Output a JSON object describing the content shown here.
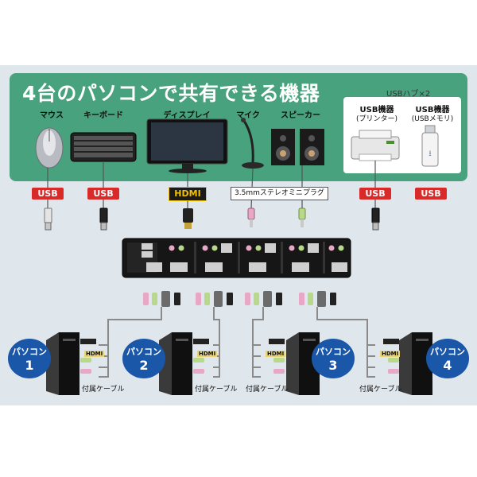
{
  "headline": "4台のパソコンで共有できる機器",
  "usb_hub_label": "USBハブ×2",
  "devices": {
    "mouse": "マウス",
    "keyboard": "キーボード",
    "display": "ディスプレイ",
    "mic": "マイク",
    "speaker": "スピーカー",
    "usb_printer": [
      "USB機器",
      "(プリンター)"
    ],
    "usb_memory": [
      "USB機器",
      "(USBメモリ)"
    ]
  },
  "connectors": {
    "usb": "USB",
    "hdmi": "HDMI",
    "audio": "3.5mmステレオミニプラグ"
  },
  "pcs": [
    {
      "label": "パソコン",
      "number": "1"
    },
    {
      "label": "パソコン",
      "number": "2"
    },
    {
      "label": "パソコン",
      "number": "3"
    },
    {
      "label": "パソコン",
      "number": "4"
    }
  ],
  "cable_label": "付属ケーブル",
  "pc_port_hdmi": "HDMI",
  "colors": {
    "green_panel": "#47a27d",
    "background": "#dfe6ec",
    "usb_red": "#d92a2a",
    "hdmi_gold": "#f2c200",
    "pc_blue": "#1a57a8"
  }
}
